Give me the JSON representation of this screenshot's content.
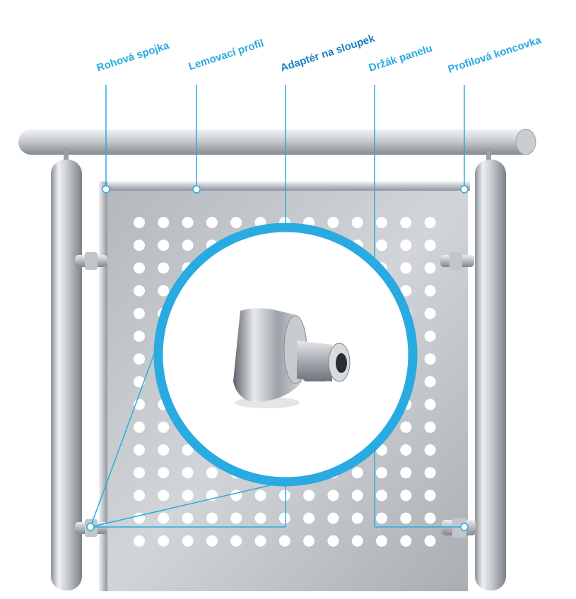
{
  "colors": {
    "accent": "#29abe2",
    "accent_dark": "#1b7fbf",
    "steel_light": "#e6e8ea",
    "steel_mid": "#b9bec3",
    "steel_dark": "#7d8389",
    "background": "#ffffff"
  },
  "labels": {
    "corner_joint": "Rohová spojka",
    "edge_profile": "Lemovací profil",
    "post_adapter": "Adaptér na sloupek",
    "panel_holder": "Držák panelu",
    "profile_end_cap": "Profilová koncovka"
  },
  "highlight": {
    "focused_part": "post_adapter",
    "icon": "cylindrical-adapter-icon"
  }
}
